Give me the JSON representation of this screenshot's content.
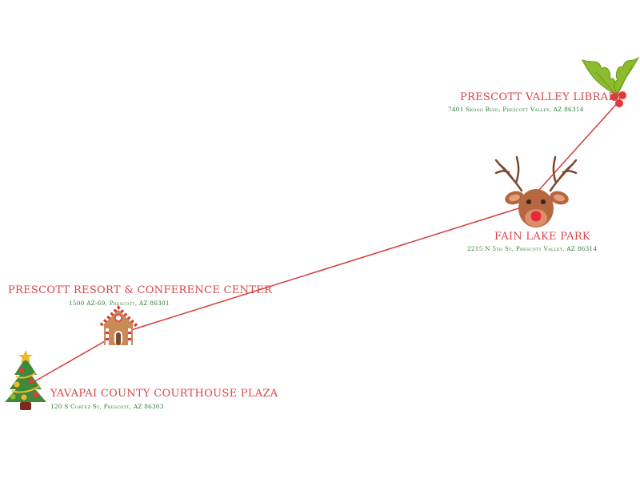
{
  "colors": {
    "route": "#d63a3a",
    "name": "#d6454a",
    "address": "#2f7a3a"
  },
  "stops": [
    {
      "name": "Prescott Valley Library",
      "address": "7401 Skoog Blvd, Prescott Valley, AZ 86314",
      "icon": "holly-icon"
    },
    {
      "name": "Fain Lake Park",
      "address": "2215 N 5th St, Prescott Valley, AZ 86314",
      "icon": "reindeer-icon"
    },
    {
      "name": "Prescott Resort & Conference Center",
      "address": "1500 AZ-69, Prescott, AZ 86301",
      "icon": "gingerbread-house-icon"
    },
    {
      "name": "Yavapai County Courthouse Plaza",
      "address": "120 S Cortez St, Prescott, AZ 86303",
      "icon": "christmas-tree-icon"
    }
  ]
}
